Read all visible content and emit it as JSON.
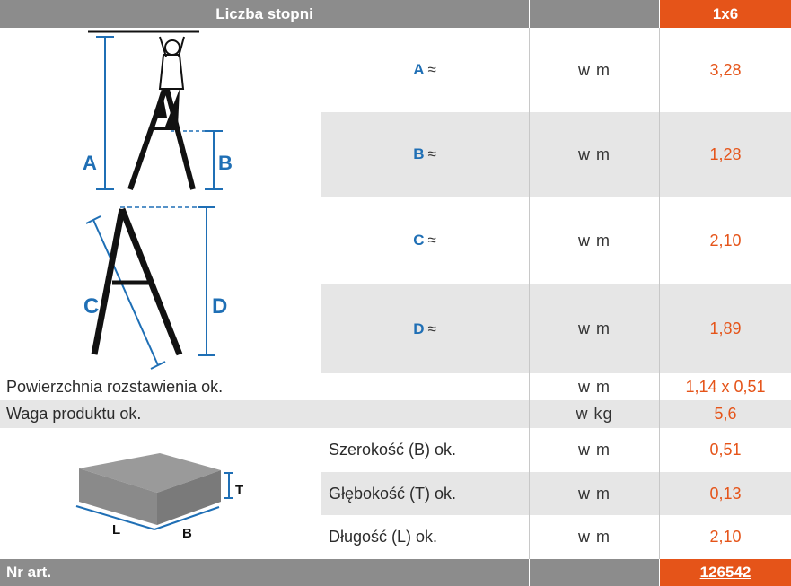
{
  "header": {
    "title": "Liczba stopni",
    "variant": "1x6"
  },
  "dimensions": [
    {
      "letter": "A",
      "approx": "≈",
      "unit": "w m",
      "value": "3,28"
    },
    {
      "letter": "B",
      "approx": "≈",
      "unit": "w m",
      "value": "1,28"
    },
    {
      "letter": "C",
      "approx": "≈",
      "unit": "w m",
      "value": "2,10"
    },
    {
      "letter": "D",
      "approx": "≈",
      "unit": "w m",
      "value": "1,89"
    }
  ],
  "rows": [
    {
      "label": "Powierzchnia rozstawienia ok.",
      "unit": "w m",
      "value": "1,14 x 0,51"
    },
    {
      "label": "Waga produktu ok.",
      "unit": "w kg",
      "value": "5,6"
    }
  ],
  "packaging": [
    {
      "label": "Szerokość (B) ok.",
      "unit": "w m",
      "value": "0,51"
    },
    {
      "label": "Głębokość (T) ok.",
      "unit": "w m",
      "value": "0,13"
    },
    {
      "label": "Długość (L) ok.",
      "unit": "w m",
      "value": "2,10"
    }
  ],
  "diagram_labels": {
    "ladder_top": [
      "A",
      "B"
    ],
    "ladder_side": [
      "C",
      "D"
    ],
    "box": [
      "T",
      "L",
      "B"
    ]
  },
  "footer": {
    "label": "Nr art.",
    "article_number": "126542"
  },
  "colors": {
    "accent": "#e55419",
    "header_grey": "#8c8c8c",
    "row_grey": "#e6e6e6",
    "letter_blue": "#1f6fb5"
  }
}
